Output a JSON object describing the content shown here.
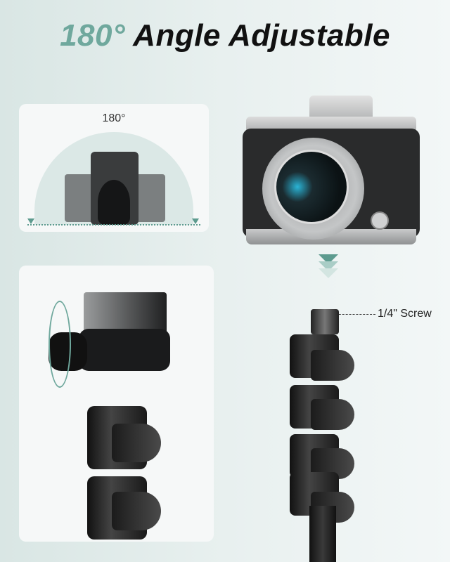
{
  "header": {
    "title_accent": "180°",
    "title_main": "Angle Adjustable"
  },
  "angle_card": {
    "label": "180°"
  },
  "callouts": {
    "screw_label": "1/4\" Screw"
  },
  "colors": {
    "accent": "#6fa89d",
    "background": "#e6efee",
    "card": "#f6f8f8"
  }
}
